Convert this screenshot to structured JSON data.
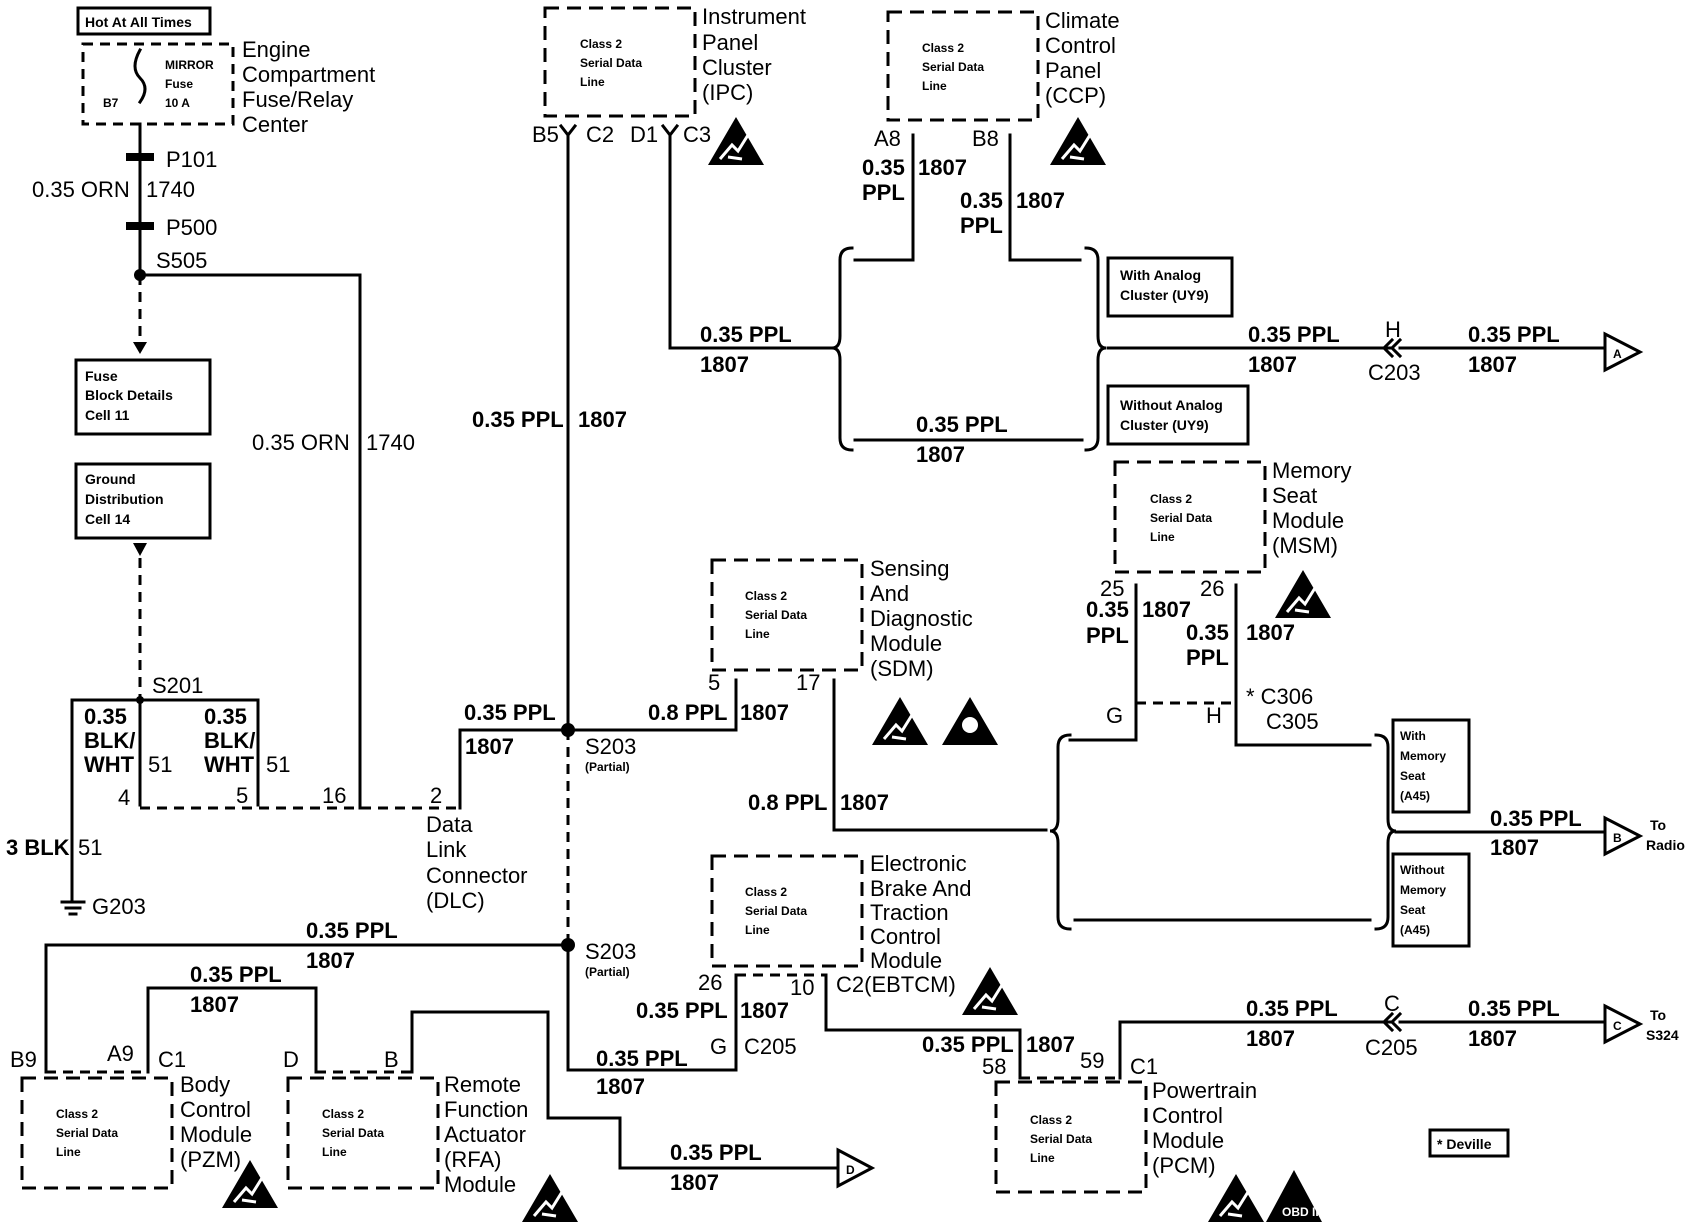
{
  "colors": {
    "wire": "#000000",
    "background": "#ffffff"
  },
  "power": {
    "hot_at_all_times": "Hot At All Times",
    "fuse_name_1": "MIRROR",
    "fuse_name_2": "Fuse",
    "fuse_rating": "10 A",
    "fuse_cavity": "B7",
    "center_name": [
      "Engine",
      "Compartment",
      "Fuse/Relay",
      "Center"
    ],
    "conn_p101": "P101",
    "conn_p500": "P500",
    "splice_s505": "S505",
    "wire_size_color": "0.35 ORN",
    "circuit": "1740"
  },
  "refs": {
    "fuse_block": [
      "Fuse",
      "Block Details",
      "Cell 11"
    ],
    "ground_dist": [
      "Ground",
      "Distribution",
      "Cell 14"
    ]
  },
  "ground": {
    "splice": "S201",
    "w1_a": "0.35",
    "w1_b": "BLK/",
    "w1_c": "WHT",
    "w1_circ": "51",
    "w2_a": "0.35",
    "w2_b": "BLK/",
    "w2_c": "WHT",
    "w2_circ": "51",
    "pin4": "4",
    "pin5": "5",
    "pin16": "16",
    "pin2": "2",
    "main_wire": "3 BLK",
    "main_circ": "51",
    "ground_point": "G203"
  },
  "dlc": {
    "name": [
      "Data",
      "Link",
      "Connector",
      "(DLC)"
    ]
  },
  "modules": {
    "class2": [
      "Class 2",
      "Serial Data",
      "Line"
    ],
    "ipc": {
      "name": [
        "Instrument",
        "Panel",
        "Cluster",
        "(IPC)"
      ],
      "pins": [
        "B5",
        "C2",
        "D1",
        "C3"
      ]
    },
    "ccp": {
      "name": [
        "Climate",
        "Control",
        "Panel",
        "(CCP)"
      ],
      "pins": [
        "A8",
        "B8"
      ]
    },
    "msm": {
      "name": [
        "Memory",
        "Seat",
        "Module",
        "(MSM)"
      ],
      "pins": [
        "25",
        "26"
      ]
    },
    "sdm": {
      "name": [
        "Sensing",
        "And",
        "Diagnostic",
        "Module",
        "(SDM)"
      ],
      "pins": [
        "5",
        "17"
      ]
    },
    "ebtcm": {
      "name": [
        "Electronic",
        "Brake And",
        "Traction",
        "Control",
        "Module",
        "C2(EBTCM)"
      ],
      "pins": [
        "26",
        "10"
      ]
    },
    "pcm": {
      "name": [
        "Powertrain",
        "Control",
        "Module",
        "(PCM)"
      ],
      "pins": [
        "58",
        "59",
        "C1"
      ]
    },
    "bcm": {
      "name": [
        "Body",
        "Control",
        "Module",
        "(PZM)"
      ],
      "pins": [
        "B9",
        "A9",
        "C1"
      ]
    },
    "rfa": {
      "name": [
        "Remote",
        "Function",
        "Actuator",
        "(RFA)",
        "Module"
      ],
      "pins": [
        "D",
        "B"
      ]
    }
  },
  "wires": {
    "ppl": "0.35 PPL",
    "ppl08": "0.8 PPL",
    "circ": "1807",
    "size": "0.35",
    "color": "PPL"
  },
  "splices": {
    "s203": "S203",
    "partial": "(Partial)"
  },
  "connectors": {
    "c203": "C203",
    "h": "H",
    "c306": "C306",
    "c305": "C305",
    "c306_mark": "* C306",
    "g": "G",
    "c205": "C205",
    "c": "C",
    "g_c205": "G",
    "c205b": "C205"
  },
  "options": {
    "with_analog": [
      "With Analog",
      "Cluster (UY9)"
    ],
    "without_analog": [
      "Without Analog",
      "Cluster (UY9)"
    ],
    "with_mem": [
      "With",
      "Memory",
      "Seat",
      "(A45)"
    ],
    "without_mem": [
      "Without",
      "Memory",
      "Seat",
      "(A45)"
    ]
  },
  "offpage": {
    "a": "A",
    "b": "B",
    "c": "C",
    "d": "D",
    "to_radio": [
      "To",
      "Radio"
    ],
    "to_s324": [
      "To",
      "S324"
    ]
  },
  "note": {
    "deville": "* Deville"
  },
  "icons": [
    "esd-warning-icon",
    "airbag-warning-icon",
    "obd2-icon"
  ]
}
